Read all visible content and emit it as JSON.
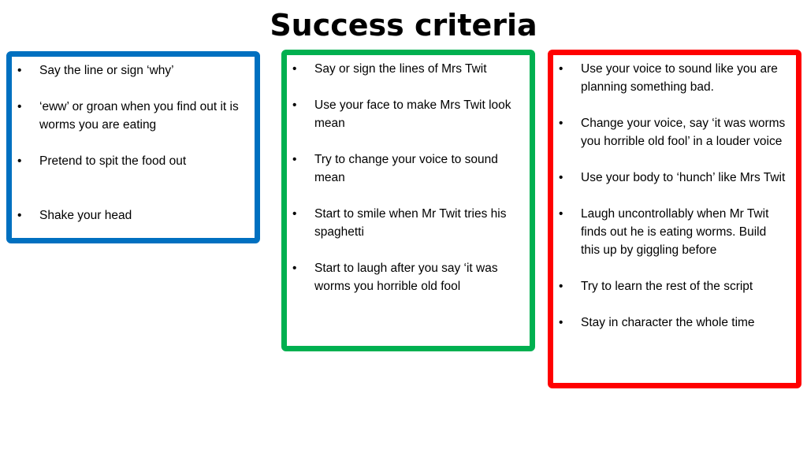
{
  "title": "Success criteria",
  "colors": {
    "blue_border": "#0070c0",
    "green_border": "#00b050",
    "red_border": "#ff0000"
  },
  "boxes": {
    "blue": {
      "items": [
        "Say the line or sign ‘why’",
        "‘eww’ or groan when you find out it is worms you are eating",
        "Pretend to spit the food out",
        "Shake your head"
      ]
    },
    "green": {
      "items": [
        "Say or sign the lines of Mrs Twit",
        "Use your face to make Mrs Twit look mean",
        "Try to change your voice to sound mean",
        "Start to smile when Mr Twit tries his spaghetti",
        "Start to laugh after you say ‘it was worms you horrible old fool"
      ]
    },
    "red": {
      "items": [
        "Use your voice to sound like you are planning something bad.",
        "Change your voice, say  ‘it was worms you horrible old fool’ in a louder voice",
        "Use your body to ‘hunch’ like Mrs Twit",
        "Laugh uncontrollably when Mr Twit finds out he is eating worms. Build this up by giggling before",
        "Try to learn the rest of the script",
        "Stay in character the whole time"
      ]
    }
  },
  "bullet_char": "•"
}
